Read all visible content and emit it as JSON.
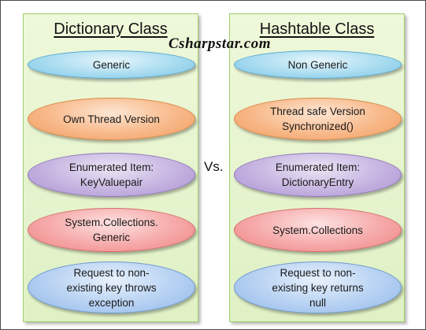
{
  "left_panel": {
    "title": "Dictionary Class",
    "items": [
      "Generic",
      "Own Thread Version",
      "Enumerated  Item:\nKeyValuepair",
      "System.Collections.\nGeneric",
      "Request to non-\nexisting key throws\nexception"
    ]
  },
  "right_panel": {
    "title": "Hashtable Class",
    "items": [
      "Non Generic",
      "Thread safe Version\nSynchronized()",
      "Enumerated  Item:\nDictionaryEntry",
      "System.Collections",
      "Request to non-\nexisting key returns\nnull"
    ]
  },
  "vs_label": "Vs.",
  "watermark": "Csharpstar.com",
  "colors": {
    "panel_bg": "#e0f1c4",
    "panel_border": "#9fcf6a",
    "row1": "#a9dcf0",
    "row2": "#f8b98a",
    "row3": "#c6b4e1",
    "row4": "#f6a9a9",
    "row5": "#b6d1f2"
  }
}
